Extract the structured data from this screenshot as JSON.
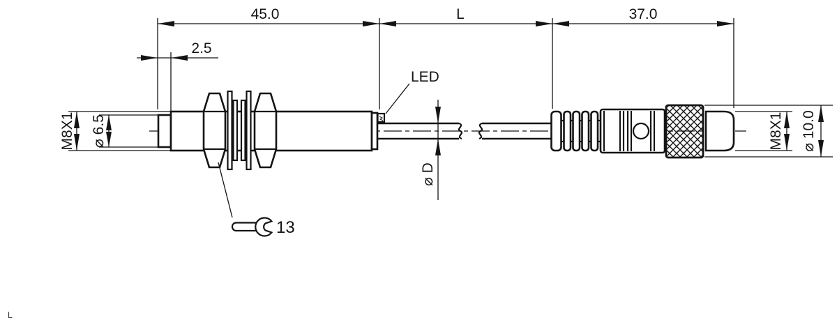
{
  "drawing": {
    "type": "technical-dimensional-drawing",
    "subject": "M8 tubular sensor with fixed cable and M8 circular connector",
    "dimensions": {
      "housing_length": "45.0",
      "tip_length": "2.5",
      "cable_length": "L",
      "connector_length": "37.0",
      "thread_left": "M8X1",
      "tip_diameter": "⌀ 6.5",
      "cable_diameter": "⌀ D",
      "wrench_size": "13",
      "thread_right": "M8X1",
      "connector_diameter": "⌀ 10.0"
    },
    "labels": {
      "led": "LED",
      "corner_mark": "L"
    }
  }
}
